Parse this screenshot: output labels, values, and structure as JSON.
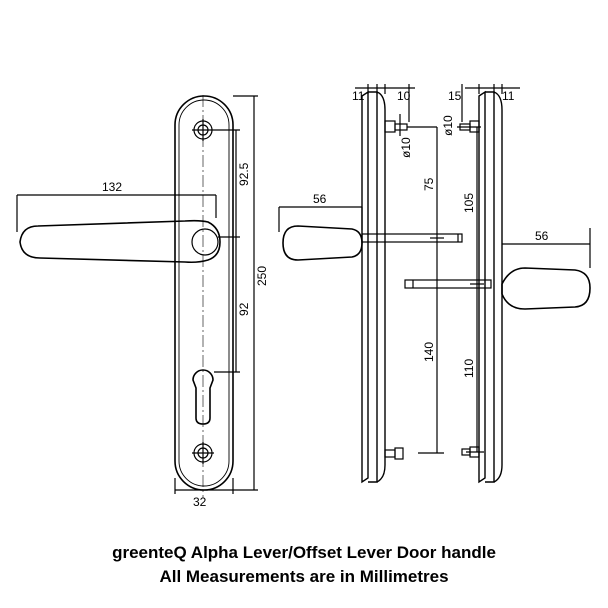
{
  "caption": {
    "line1": "greenteQ Alpha Lever/Offset Lever Door handle",
    "line2": "All Measurements are in Millimetres"
  },
  "dimensions": {
    "lever_length": "132",
    "top_spindle": "92.5",
    "spindle_to_cylinder": "92",
    "plate_length": "250",
    "plate_width": "32",
    "side_lever_a": "56",
    "side_lever_b": "56",
    "side_a_left": "11",
    "side_a_right": "10",
    "side_a_hole": "ø10",
    "side_a_to_spindle": "75",
    "side_a_to_bottom": "140",
    "side_b_left": "15",
    "side_b_right": "11",
    "side_b_hole": "ø10",
    "side_b_to_spindle": "105",
    "side_b_to_bottom": "110"
  }
}
